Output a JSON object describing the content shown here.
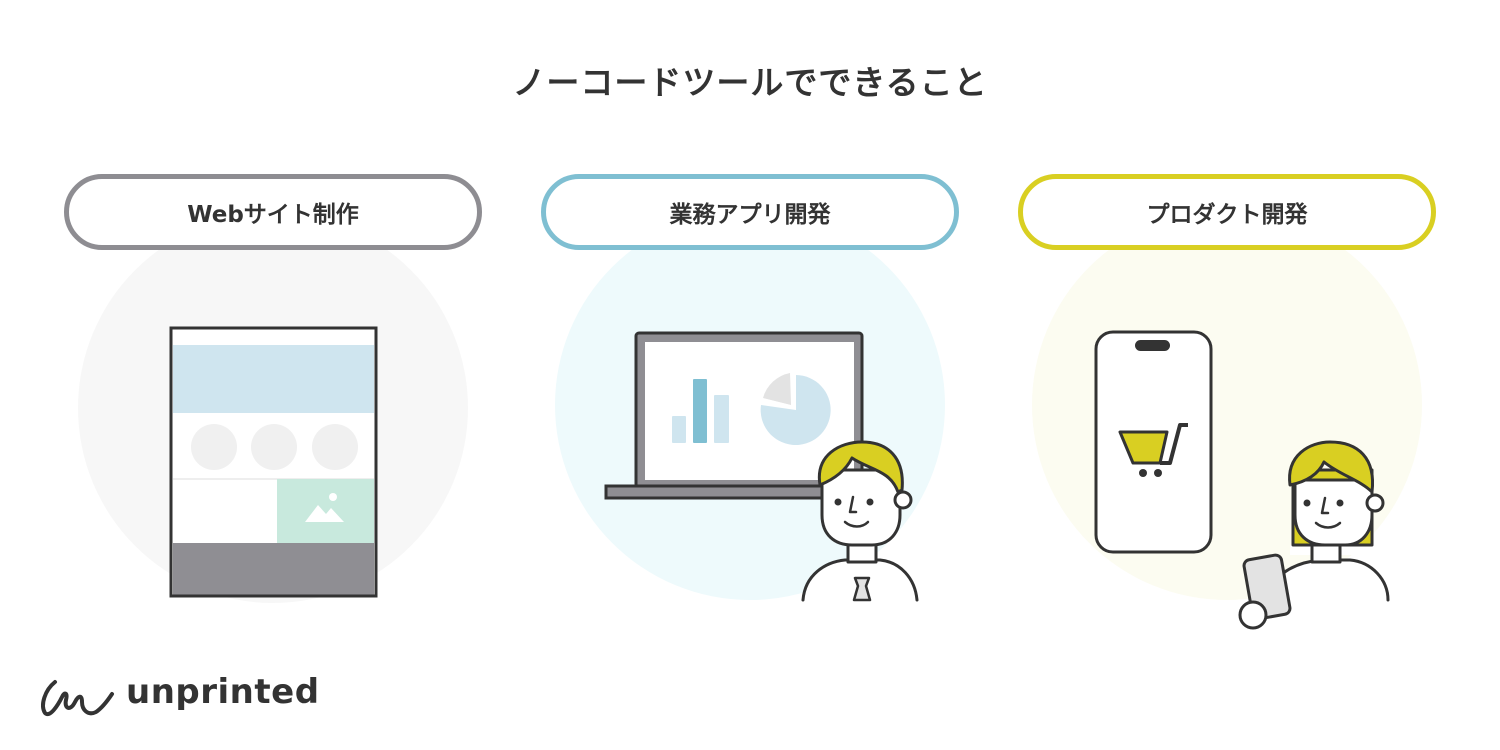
{
  "title": "ノーコードツールでできること",
  "categories": [
    {
      "label": "Webサイト制作",
      "color": "#8e8d92",
      "bg": "#f7f7f7"
    },
    {
      "label": "業務アプリ開発",
      "color": "#7fbfd2",
      "bg": "#eefafc"
    },
    {
      "label": "プロダクト開発",
      "color": "#d9cf22",
      "bg": "#fcfcf1"
    }
  ],
  "logo": {
    "text": "unprinted"
  }
}
